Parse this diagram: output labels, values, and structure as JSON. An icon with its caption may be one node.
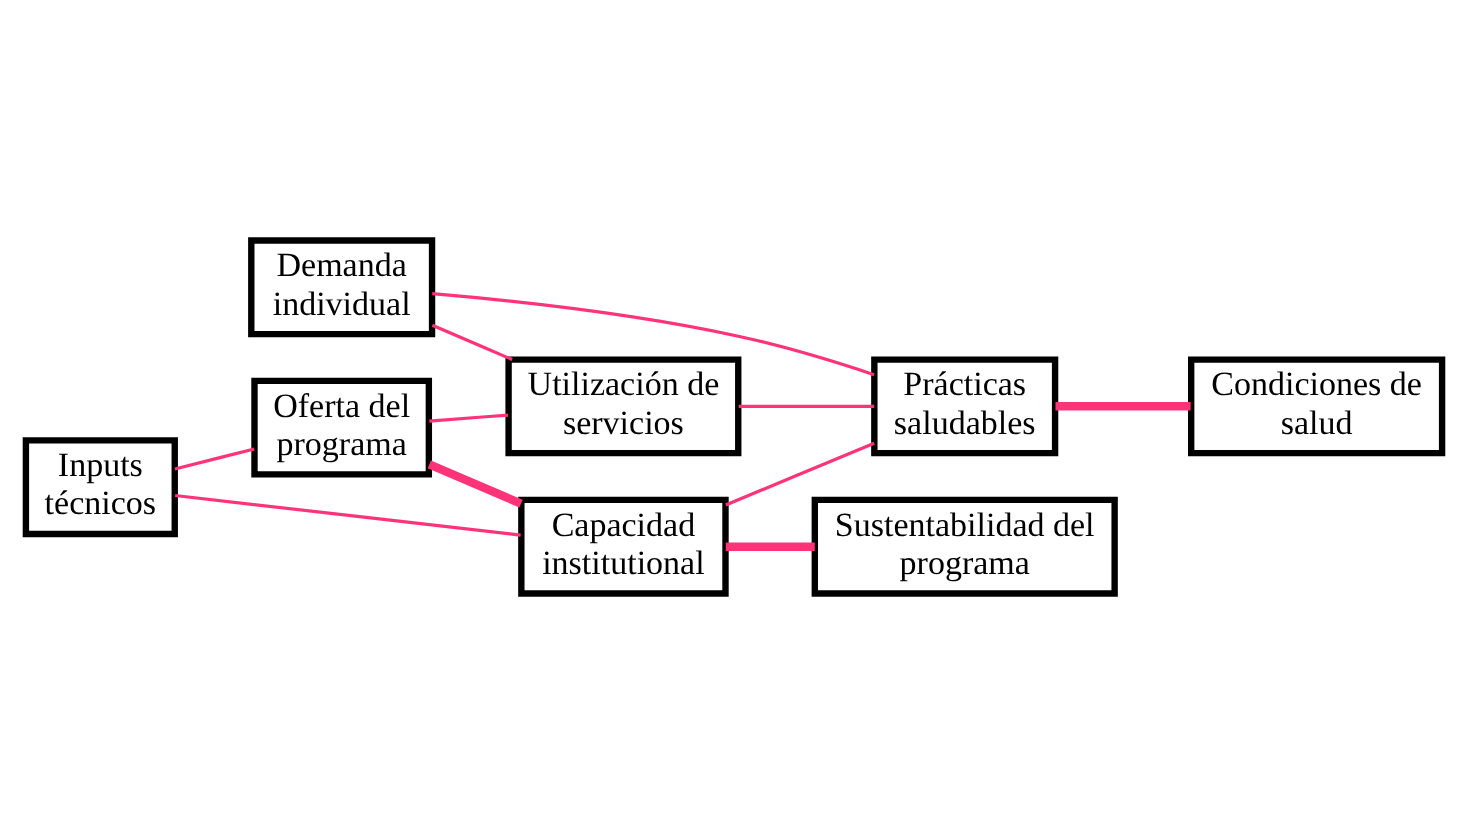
{
  "diagram": {
    "nodes": [
      {
        "text": [
          "Demanda individual"
        ]
      },
      {
        "text": [
          "Prácticas saludables"
        ]
      },
      {
        "text": [
          "Condiciones de salud"
        ]
      },
      {
        "text": [
          "Utilización de servicios"
        ]
      },
      {
        "text": [
          "Oferta del programa"
        ]
      },
      {
        "text": [
          "Capacidad institutional"
        ]
      },
      {
        "text": [
          "Sustentabilidad del programa"
        ]
      },
      {
        "text": [
          "Inputs técnicos"
        ]
      }
    ],
    "edges": [
      {
        "from": 0,
        "to": 1,
        "arrow": "none"
      },
      {
        "from": 0,
        "to": 3,
        "arrow": "none"
      },
      {
        "from": 3,
        "to": 1,
        "arrow": "none"
      },
      {
        "from": 1,
        "to": 2,
        "arrow": "none",
        "style": "thick"
      },
      {
        "from": 4,
        "to": 3,
        "arrow": "none"
      },
      {
        "from": 4,
        "to": 5,
        "arrow": "none",
        "style": "thick"
      },
      {
        "from": 5,
        "to": 1,
        "arrow": "none"
      },
      {
        "from": 5,
        "to": 6,
        "arrow": "none",
        "style": "thick"
      },
      {
        "from": 7,
        "to": 4,
        "arrow": "none"
      },
      {
        "from": 7,
        "to": 5,
        "arrow": "none"
      }
    ]
  }
}
